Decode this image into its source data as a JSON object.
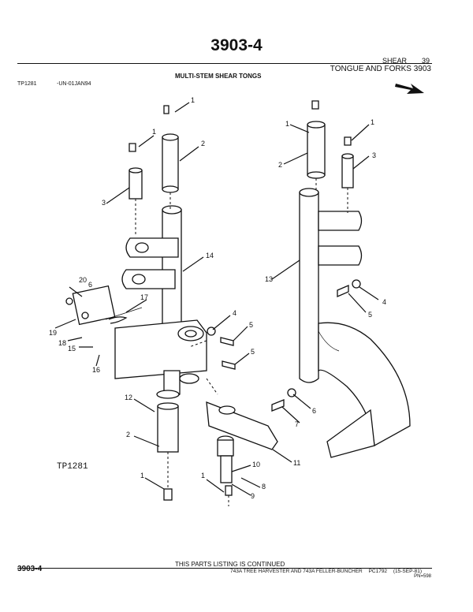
{
  "page": {
    "title": "3903-4",
    "section": "SHEAR",
    "section_page": "39",
    "group": "TONGUE AND FORKS 3903",
    "subtitle": "MULTI-STEM SHEAR TONGS",
    "ref_code": "TP1281",
    "ref_date": "-UN-01JAN94",
    "figure_label": "TP1281",
    "continued": "THIS PARTS LISTING IS CONTINUED",
    "footer_num": "3903-4",
    "footer_book": "743A TREE HARVESTER AND 743A FELLER-BUNCHER",
    "footer_pc": "PC1792",
    "footer_date": "(15-SEP-81)",
    "footer_pn": "PN=598"
  },
  "callouts": {
    "c1a": "1",
    "c1b": "1",
    "c1c": "1",
    "c1d": "1",
    "c1e": "1",
    "c1f": "1",
    "c2a": "2",
    "c2b": "2",
    "c2c": "2",
    "c3a": "3",
    "c3b": "3",
    "c4a": "4",
    "c4b": "4",
    "c5a": "5",
    "c5b": "5",
    "c5c": "5",
    "c6a": "6",
    "c6b": "6",
    "c7": "7",
    "c8": "8",
    "c9": "9",
    "c10": "10",
    "c11": "11",
    "c12": "12",
    "c13": "13",
    "c14": "14",
    "c15": "15",
    "c16": "16",
    "c17": "17",
    "c18": "18",
    "c19": "19",
    "c20": "20"
  }
}
